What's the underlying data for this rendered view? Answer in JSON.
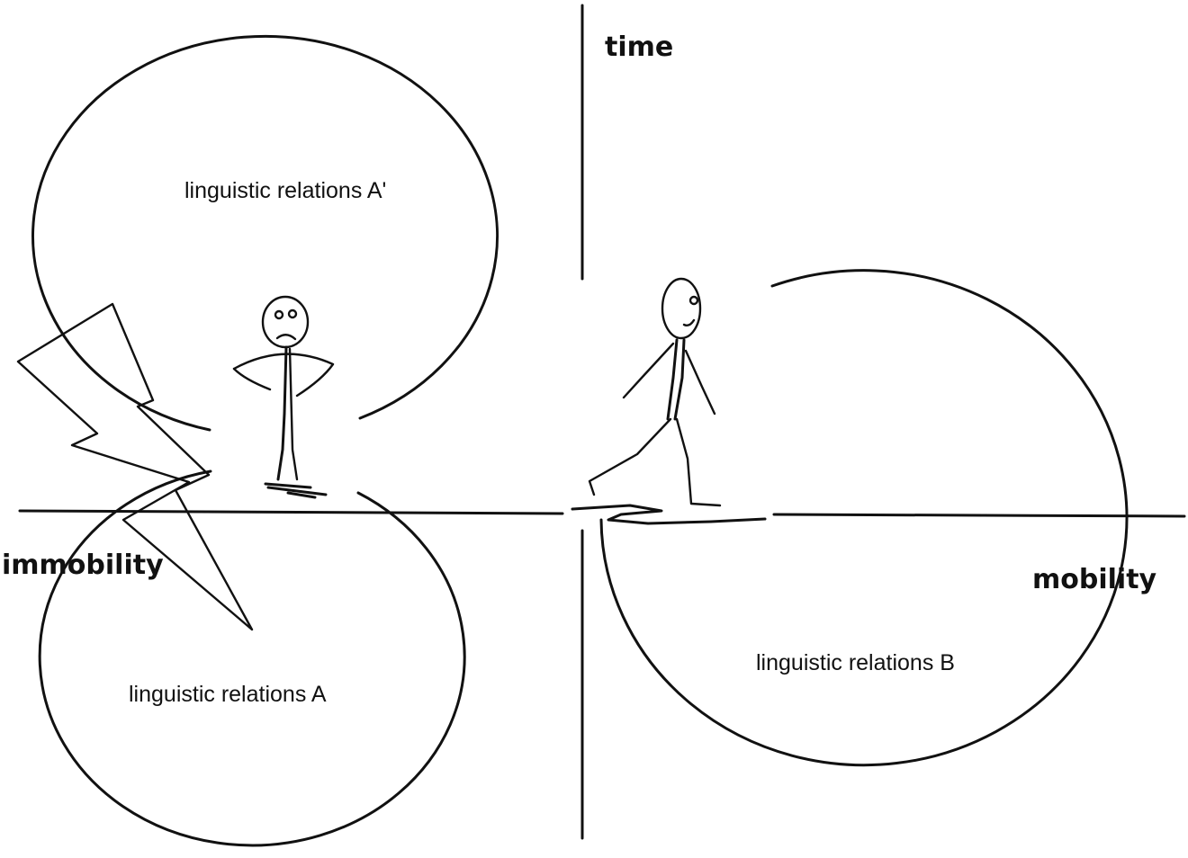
{
  "axes": {
    "vertical_label": "time",
    "left_label": "immobility",
    "right_label": "mobility"
  },
  "regions": {
    "a_prime": "linguistic relations A'",
    "a": "linguistic relations A",
    "b": "linguistic relations B"
  },
  "figures": {
    "stationary": "sad-stick-figure-icon",
    "walking": "smiling-walking-stick-figure-icon",
    "break": "lightning-bolt-icon"
  }
}
